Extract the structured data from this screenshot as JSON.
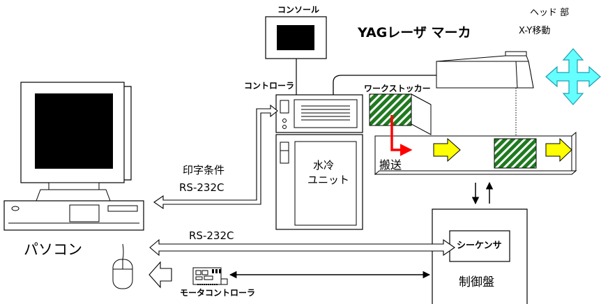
{
  "title": "YAGレーザ マーカ",
  "labels": {
    "console": "コンソール",
    "controller": "コントローラ",
    "head": "ヘッド 部",
    "xy_move": "X-Y移動",
    "work_stocker": "ワークストッカー",
    "transport": "搬送",
    "water_cooler_1": "水冷",
    "water_cooler_2": "ユニット",
    "print_conditions": "印字条件",
    "rs232c_top": "RS-232C",
    "rs232c_bottom": "RS-232C",
    "pc": "パソコン",
    "sequencer": "シーケンサ",
    "control_panel": "制御盤",
    "motor_controller": "モータコントローラ"
  },
  "colors": {
    "line": "#000000",
    "stripe_green": "#1f7a1f",
    "stripe_light": "#ffffff",
    "yellow_arrow": "#ffff00",
    "red_arrow": "#ff0000",
    "cyan_arrow": "#66ffff",
    "screen": "#000000",
    "conveyor": "#ffffff",
    "box_fill": "#ffffff"
  },
  "icons": [
    "cross-arrow-icon",
    "yellow-arrow-icon",
    "red-arrow-icon",
    "motor-board-icon"
  ]
}
